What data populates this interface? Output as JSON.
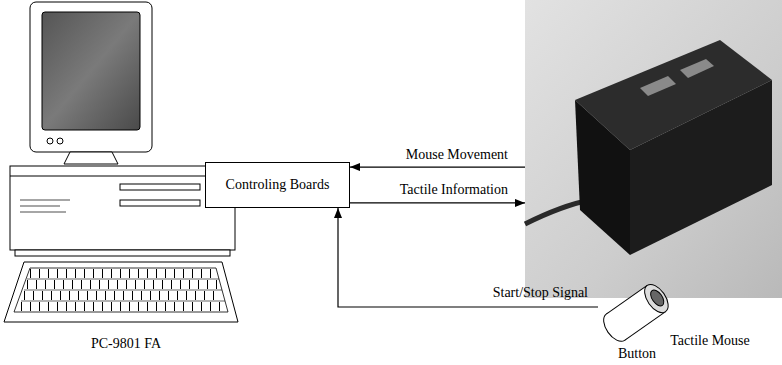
{
  "diagram": {
    "nodes": [
      {
        "text": [
          "PC-9801 FA"
        ]
      },
      {
        "text": [
          "Controling Boards"
        ]
      },
      {
        "text": [
          "Tactile Mouse"
        ]
      },
      {
        "text": [
          "Button"
        ]
      }
    ],
    "edges": [
      {
        "from": 2,
        "to": 1,
        "label": "Mouse Movement",
        "arrow": "to"
      },
      {
        "from": 1,
        "to": 2,
        "label": "Tactile Information",
        "arrow": "to"
      },
      {
        "from": 3,
        "to": 1,
        "label": "Start/Stop Signal",
        "arrow": "to"
      }
    ]
  }
}
